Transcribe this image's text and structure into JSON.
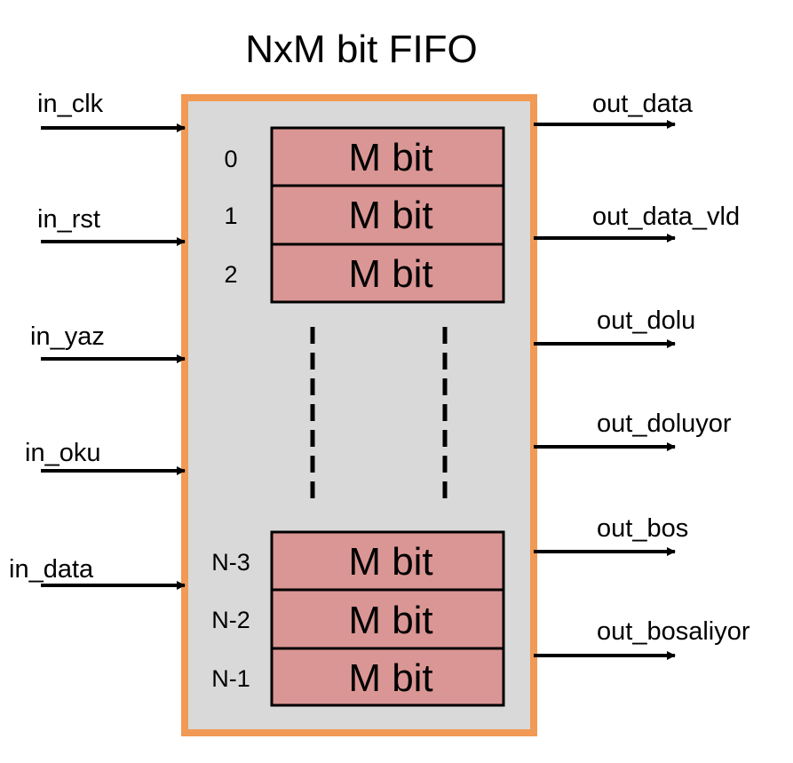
{
  "title": "NxM bit FIFO",
  "colors": {
    "block_fill": "#d9d9d9",
    "block_border": "#f09a55",
    "cell_fill": "#da9694",
    "line": "#000000"
  },
  "inputs": [
    {
      "label": "in_clk"
    },
    {
      "label": "in_rst"
    },
    {
      "label": "in_yaz"
    },
    {
      "label": "in_oku"
    },
    {
      "label": "in_data"
    }
  ],
  "outputs": [
    {
      "label": "out_data"
    },
    {
      "label": "out_data_vld"
    },
    {
      "label": "out_dolu"
    },
    {
      "label": "out_doluyor"
    },
    {
      "label": "out_bos"
    },
    {
      "label": "out_bosaliyor"
    }
  ],
  "cells_top": [
    {
      "index": "0",
      "label": "M bit"
    },
    {
      "index": "1",
      "label": "M bit"
    },
    {
      "index": "2",
      "label": "M bit"
    }
  ],
  "cells_bottom": [
    {
      "index": "N-3",
      "label": "M bit"
    },
    {
      "index": "N-2",
      "label": "M bit"
    },
    {
      "index": "N-1",
      "label": "M bit"
    }
  ]
}
